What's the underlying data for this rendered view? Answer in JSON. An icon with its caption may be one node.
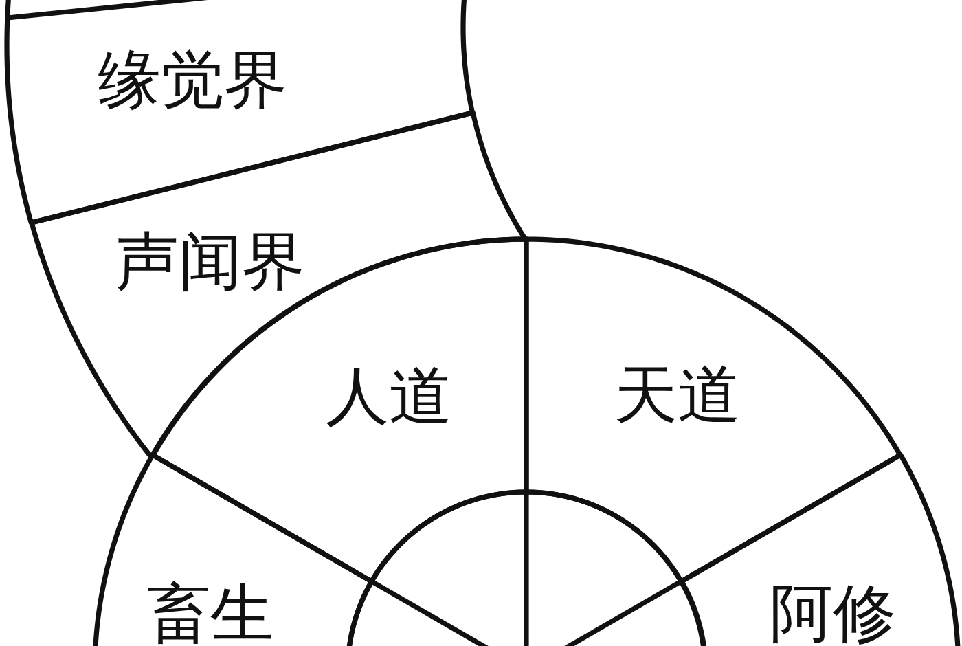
{
  "diagram": {
    "nodes": [
      {
        "text": [
          "缘觉界"
        ]
      },
      {
        "text": [
          "声闻界"
        ]
      },
      {
        "text": [
          "人道"
        ]
      },
      {
        "text": [
          "天道"
        ]
      },
      {
        "text": [
          "阿修"
        ]
      },
      {
        "text": [
          "畜生"
        ]
      },
      {
        "text": [],
        "shape": "circle"
      }
    ]
  }
}
